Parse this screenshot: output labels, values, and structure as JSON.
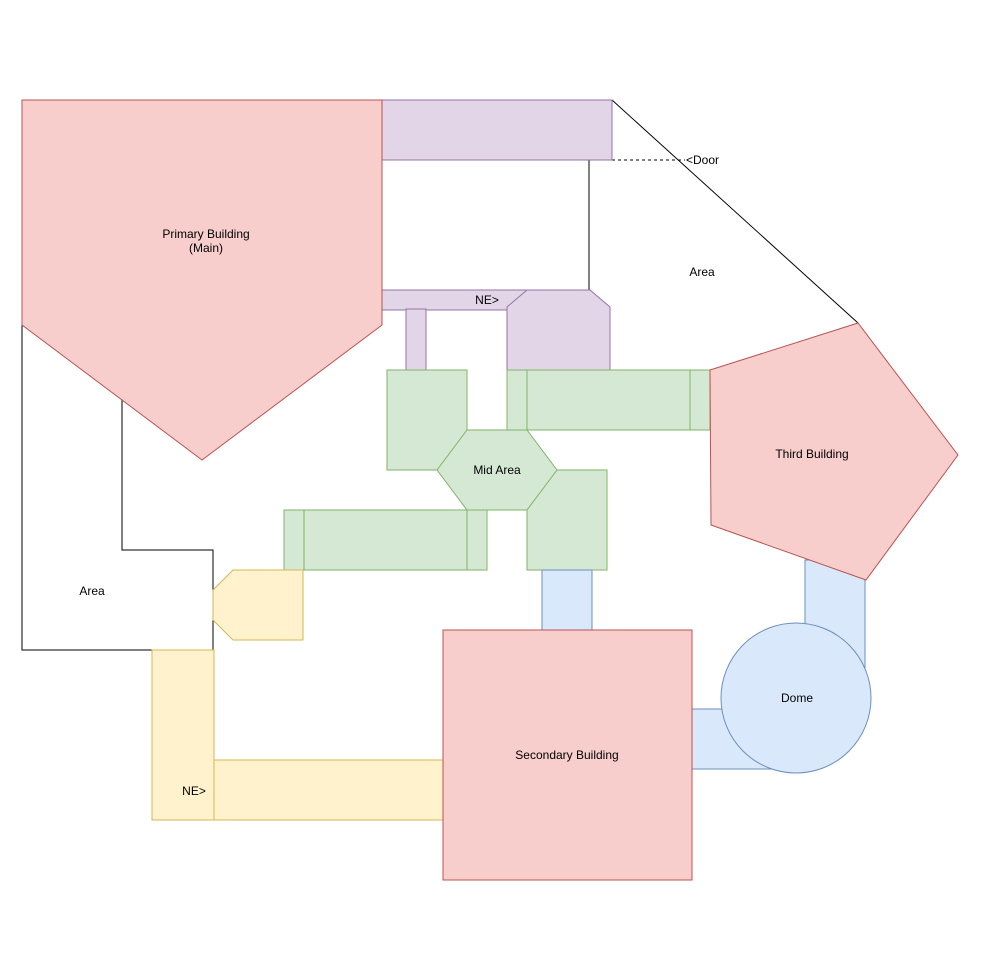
{
  "colors": {
    "building_fill": "#f8cecc",
    "building_stroke": "#b85450",
    "corridor_purple_fill": "#e1d5e7",
    "corridor_purple_stroke": "#9673a6",
    "corridor_green_fill": "#d5e8d4",
    "corridor_green_stroke": "#82b366",
    "corridor_yellow_fill": "#fff2cc",
    "corridor_yellow_stroke": "#d6b656",
    "corridor_blue_fill": "#dae8fc",
    "corridor_blue_stroke": "#6c8ebf",
    "outline": "#000000"
  },
  "labels": {
    "primary_building_line1": "Primary Building",
    "primary_building_line2": "(Main)",
    "third_building": "Third Building",
    "secondary_building": "Secondary Building",
    "dome": "Dome",
    "mid_area": "Mid Area",
    "area_top_right": "Area",
    "area_left": "Area",
    "door": "<Door",
    "ne_top": "NE>",
    "ne_bottom": "NE>"
  }
}
